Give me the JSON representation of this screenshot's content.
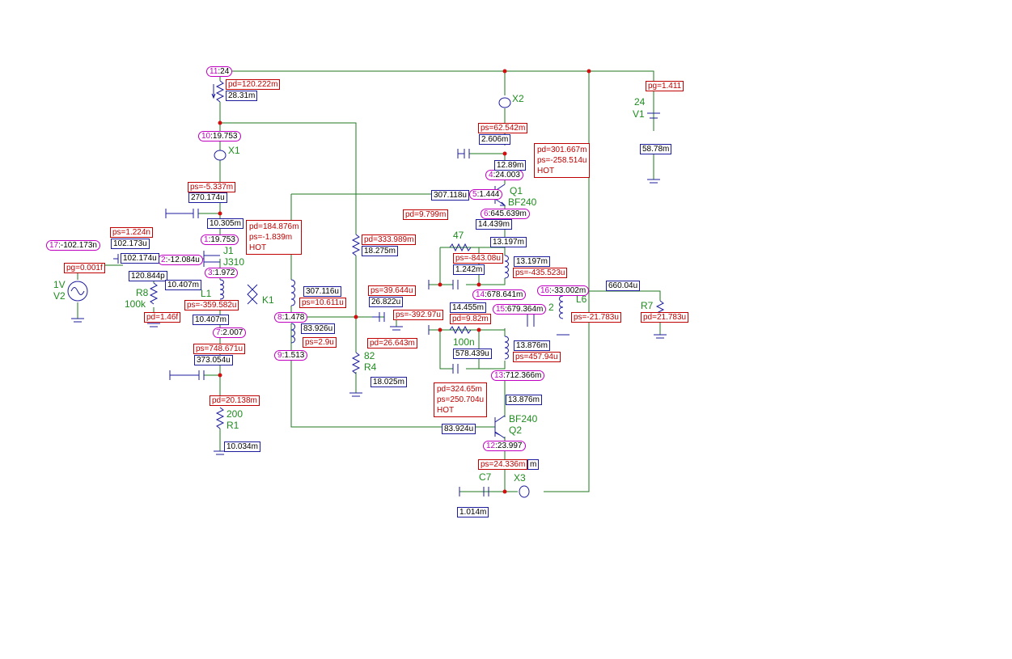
{
  "components": {
    "X1": "X1",
    "X2": "X2",
    "X3": "X3",
    "Q1": "Q1",
    "Q1_model": "BF240",
    "Q2": "Q2",
    "Q2_model": "BF240",
    "J1": "J1",
    "J1_model": "J310",
    "V1": "V1",
    "V1_value": "24",
    "V2": "V2",
    "V2_value": "1V",
    "R1": "R1",
    "R1_value": "200",
    "R4": "R4",
    "R4_value": "82",
    "R7": "R7",
    "R8": "R8",
    "R8_value": "100k",
    "L1": "L1",
    "L6": "L6",
    "K1": "K1",
    "K2_partial": "2",
    "C7": "C7",
    "R_47": "47",
    "C_100n": "100n"
  },
  "nodes": [
    {
      "key": "n11",
      "id": "11",
      "value": "24"
    },
    {
      "key": "n10",
      "id": "10",
      "value": "19.753"
    },
    {
      "key": "n17",
      "id": "17",
      "value": "-102.173n"
    },
    {
      "key": "n1",
      "id": "1",
      "value": "19.753"
    },
    {
      "key": "n2",
      "id": "2",
      "value": "-12.084u"
    },
    {
      "key": "n3",
      "id": "3",
      "value": "1.972"
    },
    {
      "key": "n7",
      "id": "7",
      "value": "2.007"
    },
    {
      "key": "n8",
      "id": "8",
      "value": "1.478"
    },
    {
      "key": "n9",
      "id": "9",
      "value": "1.513"
    },
    {
      "key": "n4",
      "id": "4",
      "value": "24.003"
    },
    {
      "key": "n5",
      "id": "5",
      "value": "1.444"
    },
    {
      "key": "n6",
      "id": "6",
      "value": "645.639m"
    },
    {
      "key": "n14",
      "id": "14",
      "value": "678.641m"
    },
    {
      "key": "n15",
      "id": "15",
      "value": "679.364m"
    },
    {
      "key": "n16",
      "id": "16",
      "value": "-33.002m"
    },
    {
      "key": "n13",
      "id": "13",
      "value": "712.366m"
    },
    {
      "key": "n12",
      "id": "12",
      "value": "23.997"
    }
  ],
  "currents": [
    {
      "key": "c_r_top",
      "value": "28.31m"
    },
    {
      "key": "c_x1",
      "value": "270.174u"
    },
    {
      "key": "c_n1",
      "value": "10.305m"
    },
    {
      "key": "c_102a",
      "value": "102.173u"
    },
    {
      "key": "c_102b",
      "value": "102.174u"
    },
    {
      "key": "c_120p",
      "value": "120.844p"
    },
    {
      "key": "c_l1a",
      "value": "10.407m"
    },
    {
      "key": "c_l1b",
      "value": "10.407m"
    },
    {
      "key": "c_373",
      "value": "373.054u"
    },
    {
      "key": "c_r1",
      "value": "10.034m"
    },
    {
      "key": "c_k1a",
      "value": "307.116u"
    },
    {
      "key": "c_k1b",
      "value": "83.926u"
    },
    {
      "key": "c_pot",
      "value": "18.275m"
    },
    {
      "key": "c_r4",
      "value": "18.025m"
    },
    {
      "key": "c_26",
      "value": "26.822u"
    },
    {
      "key": "c_x2",
      "value": "2.606m"
    },
    {
      "key": "c_12",
      "value": "12.89m"
    },
    {
      "key": "c_q1b",
      "value": "307.118u"
    },
    {
      "key": "c_14a",
      "value": "14.439m"
    },
    {
      "key": "c_13a",
      "value": "13.197m"
    },
    {
      "key": "c_13b",
      "value": "13.197m"
    },
    {
      "key": "c_1242",
      "value": "1.242m"
    },
    {
      "key": "c_14b",
      "value": "14.455m"
    },
    {
      "key": "c_578",
      "value": "578.439u"
    },
    {
      "key": "c_13c",
      "value": "13.876m"
    },
    {
      "key": "c_13d",
      "value": "13.876m"
    },
    {
      "key": "c_q2b",
      "value": "83.924u"
    },
    {
      "key": "c_c7",
      "value": "1.014m"
    },
    {
      "key": "c_v1",
      "value": "58.78m"
    },
    {
      "key": "c_660",
      "value": "660.04u"
    },
    {
      "key": "c_q2_hidden",
      "value": "m"
    }
  ],
  "powers": [
    {
      "key": "p_r_top",
      "value": "pd=120.222m"
    },
    {
      "key": "p_x1",
      "value": "ps=-5.337m"
    },
    {
      "key": "p_1224",
      "value": "ps=1.224n"
    },
    {
      "key": "p_pg0",
      "value": "pg=0.001f"
    },
    {
      "key": "p_146",
      "value": "pd=1.46f"
    },
    {
      "key": "p_359",
      "value": "ps=-359.582u"
    },
    {
      "key": "p_748",
      "value": "ps=748.671u"
    },
    {
      "key": "p_r1",
      "value": "pd=20.138m"
    },
    {
      "key": "p_10611",
      "value": "ps=10.611u"
    },
    {
      "key": "p_29",
      "value": "ps=2.9u"
    },
    {
      "key": "p_pot",
      "value": "pd=333.989m"
    },
    {
      "key": "p_39",
      "value": "ps=39.644u"
    },
    {
      "key": "p_392",
      "value": "ps=-392.97u"
    },
    {
      "key": "p_26",
      "value": "pd=26.643m"
    },
    {
      "key": "p_x2",
      "value": "ps=62.542m"
    },
    {
      "key": "p_9799",
      "value": "pd=9.799m"
    },
    {
      "key": "p_843",
      "value": "ps=-843.08u"
    },
    {
      "key": "p_435",
      "value": "ps=-435.523u"
    },
    {
      "key": "p_982",
      "value": "pd=9.82m"
    },
    {
      "key": "p_457",
      "value": "ps=457.94u"
    },
    {
      "key": "p_x3",
      "value": "ps=24.336m"
    },
    {
      "key": "p_v1",
      "value": "pg=1.411"
    },
    {
      "key": "p_21a",
      "value": "ps=-21.783u"
    },
    {
      "key": "p_21b",
      "value": "pd=21.783u"
    }
  ],
  "hot_boxes": {
    "q1": {
      "pd": "pd=301.667m",
      "ps": "ps=-258.514u",
      "hot": "HOT"
    },
    "j1": {
      "pd": "pd=184.876m",
      "ps": "ps=-1.839m",
      "hot": "HOT"
    },
    "q2": {
      "pd": "pd=324.65m",
      "ps": "ps=250.704u",
      "hot": "HOT"
    }
  },
  "colors": {
    "wire": "#1e7a1e",
    "symbol": "#1c1c9c",
    "node": "#c000c0",
    "power": "#c00000",
    "component_label": "#1e8c1e",
    "junction": "#d01010"
  }
}
